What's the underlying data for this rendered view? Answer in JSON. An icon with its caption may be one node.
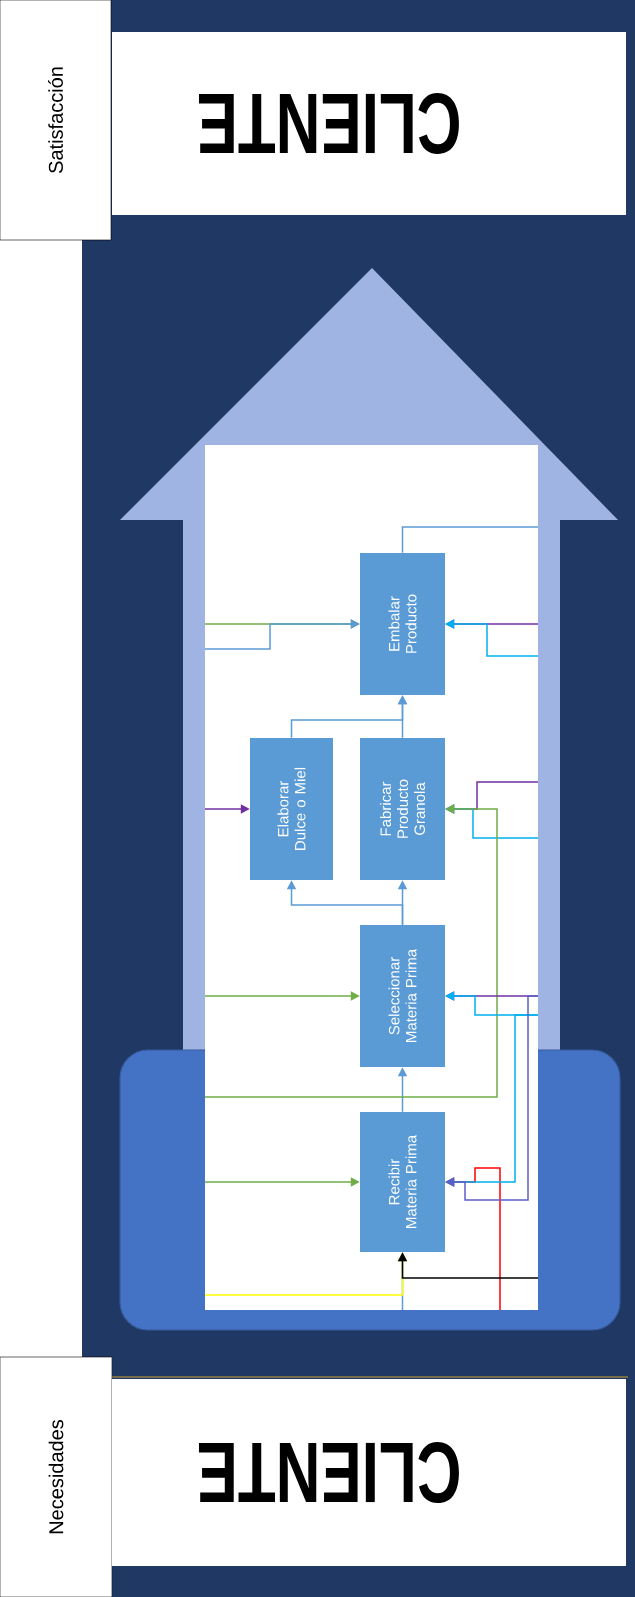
{
  "diagram": {
    "nodes": [
      {
        "text": [
          "Satisfacción"
        ]
      },
      {
        "text": [
          "CLIENTE"
        ]
      },
      {
        "text": [
          "Embalar Producto"
        ]
      },
      {
        "text": [
          "Elaborar Dulce o Miel"
        ]
      },
      {
        "text": [
          "Fabricar Producto Granola"
        ]
      },
      {
        "text": [
          "Seleccionar Materia Prima"
        ]
      },
      {
        "text": [
          "Recibir Materia Prima"
        ]
      },
      {
        "text": [
          "Necesidades"
        ]
      },
      {
        "text": [
          "CLIENTE"
        ]
      }
    ],
    "edges": [
      {
        "from": 6,
        "to": 5,
        "arrow": "to"
      },
      {
        "from": 5,
        "to": 4,
        "arrow": "to"
      },
      {
        "from": 5,
        "to": 3,
        "arrow": "to"
      },
      {
        "from": 4,
        "to": 2,
        "arrow": "to"
      },
      {
        "from": 3,
        "to": 2,
        "arrow": "to"
      },
      {
        "from": 2,
        "to": null,
        "arrow": "none"
      },
      {
        "from": null,
        "to": 2,
        "arrow": "to",
        "color": "#70ad47"
      },
      {
        "from": null,
        "to": 2,
        "arrow": "to"
      },
      {
        "from": null,
        "to": 2,
        "arrow": "to",
        "color": "#7030a0"
      },
      {
        "from": null,
        "to": 2,
        "arrow": "to",
        "color": "#00b0f0"
      },
      {
        "from": null,
        "to": 3,
        "arrow": "to",
        "color": "#7030a0"
      },
      {
        "from": null,
        "to": 4,
        "arrow": "to",
        "color": "#7030a0"
      },
      {
        "from": null,
        "to": 4,
        "arrow": "to",
        "color": "#00b0f0"
      },
      {
        "from": null,
        "to": 4,
        "arrow": "to",
        "color": "#70ad47"
      },
      {
        "from": null,
        "to": 5,
        "arrow": "to",
        "color": "#70ad47"
      },
      {
        "from": null,
        "to": 5,
        "arrow": "to",
        "color": "#7030a0"
      },
      {
        "from": null,
        "to": 5,
        "arrow": "to",
        "color": "#00b0f0"
      },
      {
        "from": null,
        "to": 6,
        "arrow": "to",
        "color": "#70ad47"
      },
      {
        "from": null,
        "to": 6,
        "arrow": "to",
        "color": "#ff0000"
      },
      {
        "from": null,
        "to": 6,
        "arrow": "to",
        "color": "#00b0f0"
      },
      {
        "from": null,
        "to": 6,
        "arrow": "to",
        "color": "#5a5fc8"
      },
      {
        "from": null,
        "to": 6,
        "arrow": "to"
      },
      {
        "from": null,
        "to": 6,
        "arrow": "to",
        "color": "#ffff00"
      },
      {
        "from": null,
        "to": 6,
        "arrow": "to",
        "color": "#000000"
      }
    ]
  }
}
